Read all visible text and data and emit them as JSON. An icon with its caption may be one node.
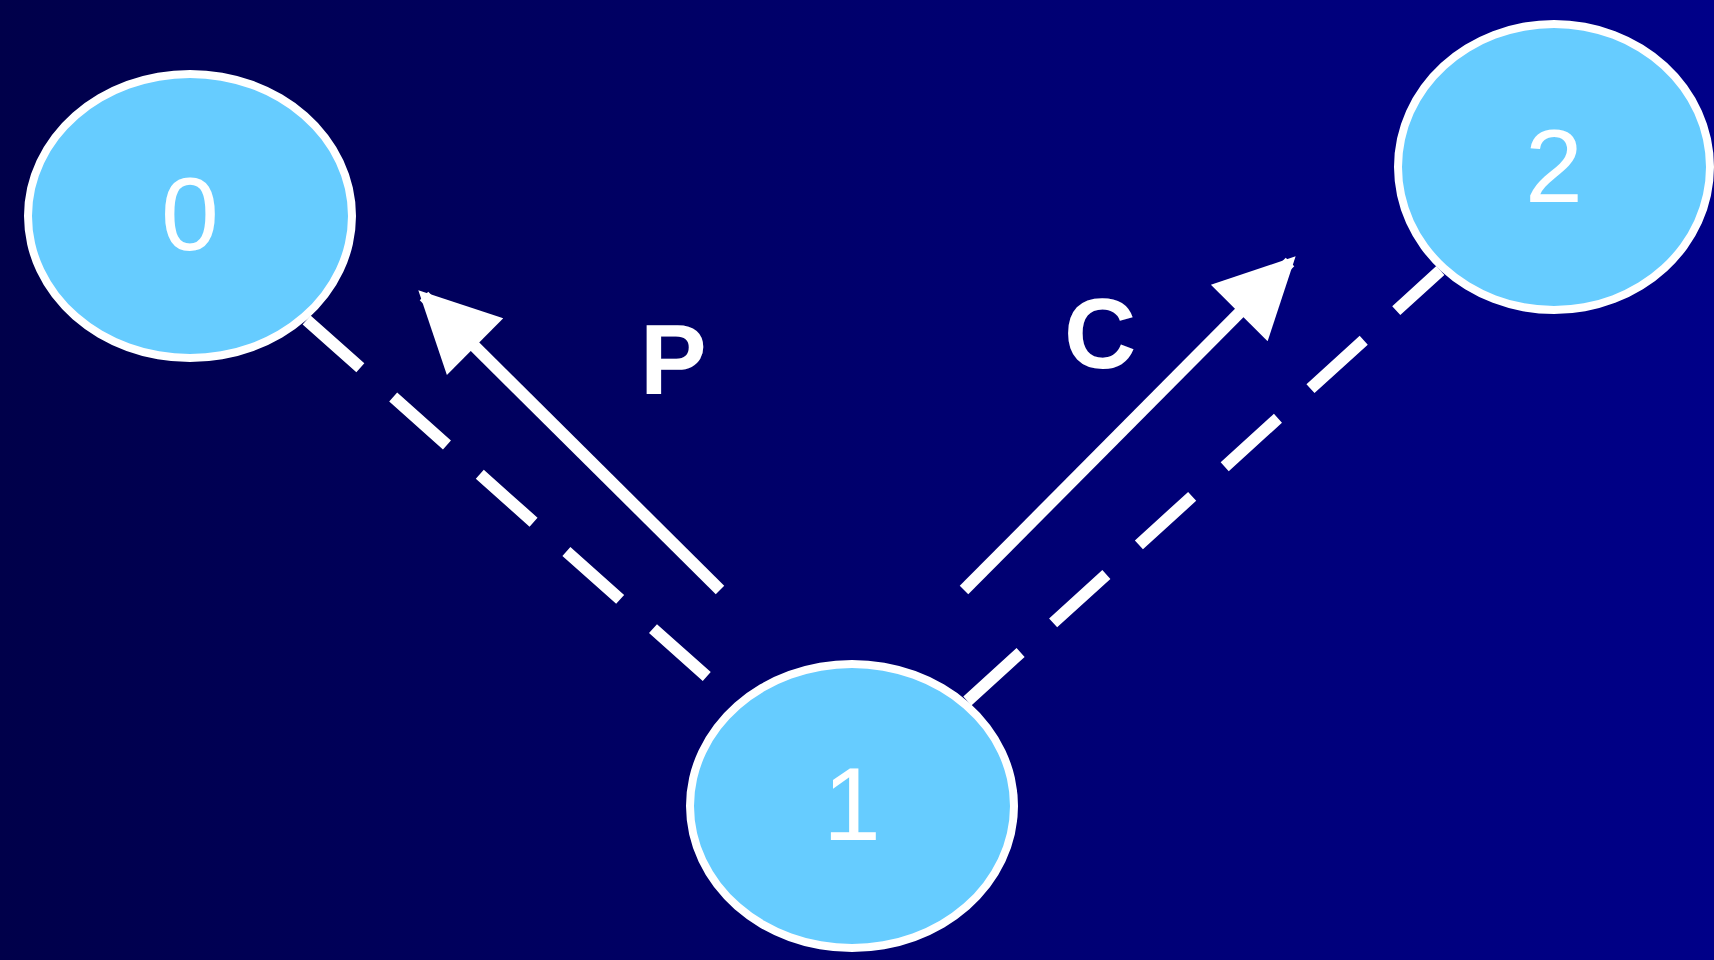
{
  "diagram": {
    "nodes": [
      {
        "text": [
          "0"
        ]
      },
      {
        "text": [
          "1"
        ]
      },
      {
        "text": [
          "2"
        ]
      }
    ],
    "edges": [
      {
        "from": 0,
        "to": 1,
        "arrow": "none",
        "style": "dashed"
      },
      {
        "from": 1,
        "to": 2,
        "arrow": "none",
        "style": "dashed"
      }
    ],
    "labels": [
      "P",
      "C"
    ]
  }
}
